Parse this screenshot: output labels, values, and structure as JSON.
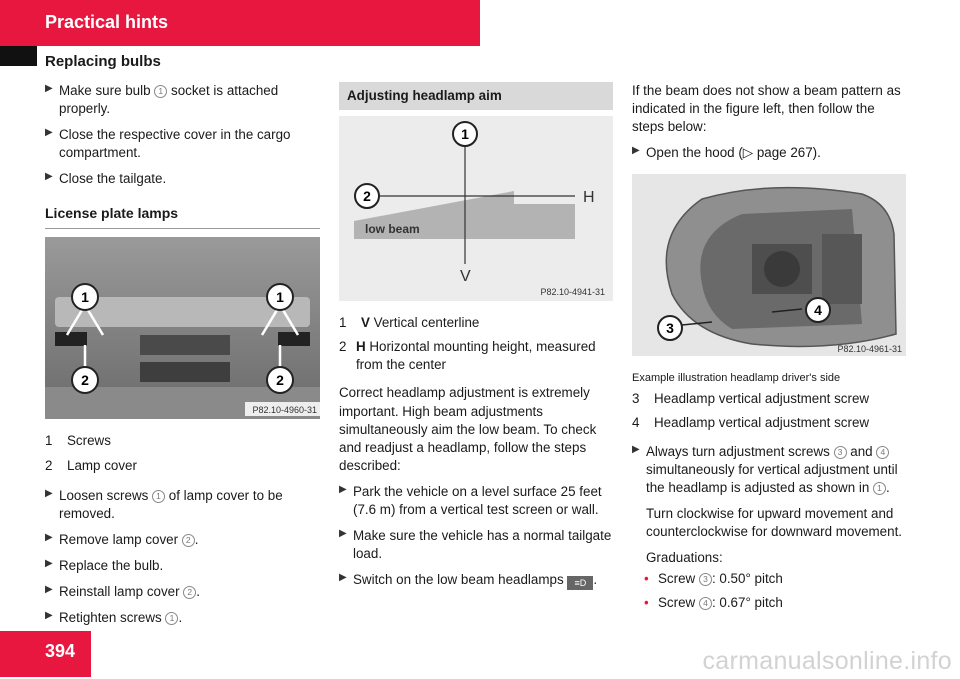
{
  "header": {
    "title": "Practical hints",
    "subtitle": "Replacing bulbs"
  },
  "col1": {
    "steps_top": [
      {
        "pre": "Make sure bulb ",
        "ref": "1",
        "post": " socket is attached properly."
      },
      {
        "pre": "Close the respective cover in the cargo compartment.",
        "ref": "",
        "post": ""
      },
      {
        "pre": "Close the tailgate.",
        "ref": "",
        "post": ""
      }
    ],
    "section_title": "License plate lamps",
    "figure": {
      "code": "P82.10-4960-31",
      "callouts": [
        "1",
        "1",
        "2",
        "2"
      ]
    },
    "legend": [
      {
        "key": "1",
        "text": "Screws"
      },
      {
        "key": "2",
        "text": "Lamp cover"
      }
    ],
    "steps_bottom": [
      {
        "pre": "Loosen screws ",
        "ref": "1",
        "post": " of lamp cover to be removed."
      },
      {
        "pre": "Remove lamp cover ",
        "ref": "2",
        "post": "."
      },
      {
        "pre": "Replace the bulb.",
        "ref": "",
        "post": ""
      },
      {
        "pre": "Reinstall lamp cover ",
        "ref": "2",
        "post": "."
      },
      {
        "pre": "Retighten screws ",
        "ref": "1",
        "post": "."
      }
    ]
  },
  "col2": {
    "box_title": "Adjusting headlamp aim",
    "figure": {
      "code": "P82.10-4941-31",
      "label_h": "H",
      "label_v": "V",
      "low_beam": "low beam",
      "callouts": [
        "1",
        "2"
      ]
    },
    "legend": [
      {
        "key": "1",
        "bold": "V",
        "text": " Vertical centerline"
      },
      {
        "key": "2",
        "bold": "H",
        "text": " Horizontal mounting height, measured from the center"
      }
    ],
    "paragraph": "Correct headlamp adjustment is extremely important. High beam adjustments simultaneously aim the low beam. To check and readjust a headlamp, follow the steps described:",
    "steps": [
      "Park the vehicle on a level surface 25 feet (7.6 m) from a vertical test screen or wall.",
      "Make sure the vehicle has a normal tailgate load.",
      "Switch on the low beam headlamps"
    ],
    "beam_icon": "low-beam-icon"
  },
  "col3": {
    "intro": "If the beam does not show a beam pattern as indicated in the figure left, then follow the steps below:",
    "hood_step": {
      "pre": "Open the hood (",
      "arrow": "▷",
      "post": " page 267)."
    },
    "figure": {
      "code": "P82.10-4961-31",
      "callouts": [
        "3",
        "4"
      ]
    },
    "caption": "Example illustration headlamp driver's side",
    "legend": [
      {
        "key": "3",
        "text": "Headlamp vertical adjustment screw"
      },
      {
        "key": "4",
        "text": "Headlamp vertical adjustment screw"
      }
    ],
    "turn_step": {
      "a": "Always turn adjustment screws ",
      "r1": "3",
      "b": " and ",
      "r2": "4",
      "c": " simultaneously for vertical adjustment until the headlamp is adjusted as shown in ",
      "r3": "1",
      "d": "."
    },
    "clockwise": "Turn clockwise for upward movement and counterclockwise for downward movement.",
    "graduations": "Graduations:",
    "bullets": [
      {
        "pre": "Screw ",
        "ref": "3",
        "post": ": 0.50° pitch"
      },
      {
        "pre": "Screw ",
        "ref": "4",
        "post": ": 0.67° pitch"
      }
    ]
  },
  "footer": {
    "page_number": "394",
    "watermark": "carmanualsonline.info"
  },
  "colors": {
    "accent": "#e8173f"
  }
}
